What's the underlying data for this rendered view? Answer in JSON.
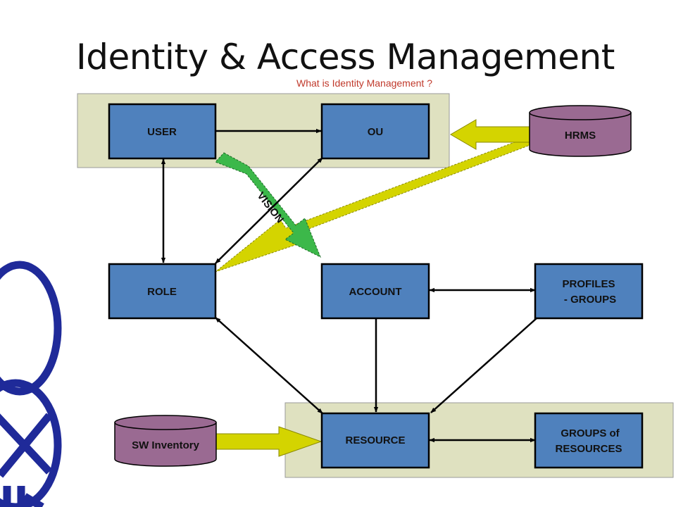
{
  "title": "Identity & Access Management",
  "subtitle": "What is Identity Management ?",
  "nodes": {
    "user": "USER",
    "ou": "OU",
    "hrms": "HRMS",
    "role": "ROLE",
    "account": "ACCOUNT",
    "profiles_line1": "PROFILES",
    "profiles_line2": "- GROUPS",
    "resource": "RESOURCE",
    "groups_line1": "GROUPS of",
    "groups_line2": "RESOURCES",
    "sw_inventory": "SW Inventory"
  },
  "vision_label": "VISION",
  "colors": {
    "box_fill": "#4f81bd",
    "panel_fill": "#dfe1c0",
    "db_fill": "#9a6a92",
    "feed_arrow": "#d4d400",
    "vision_arrow": "#3cb84a",
    "logo": "#1f2a99",
    "subtitle": "#c0392b"
  }
}
